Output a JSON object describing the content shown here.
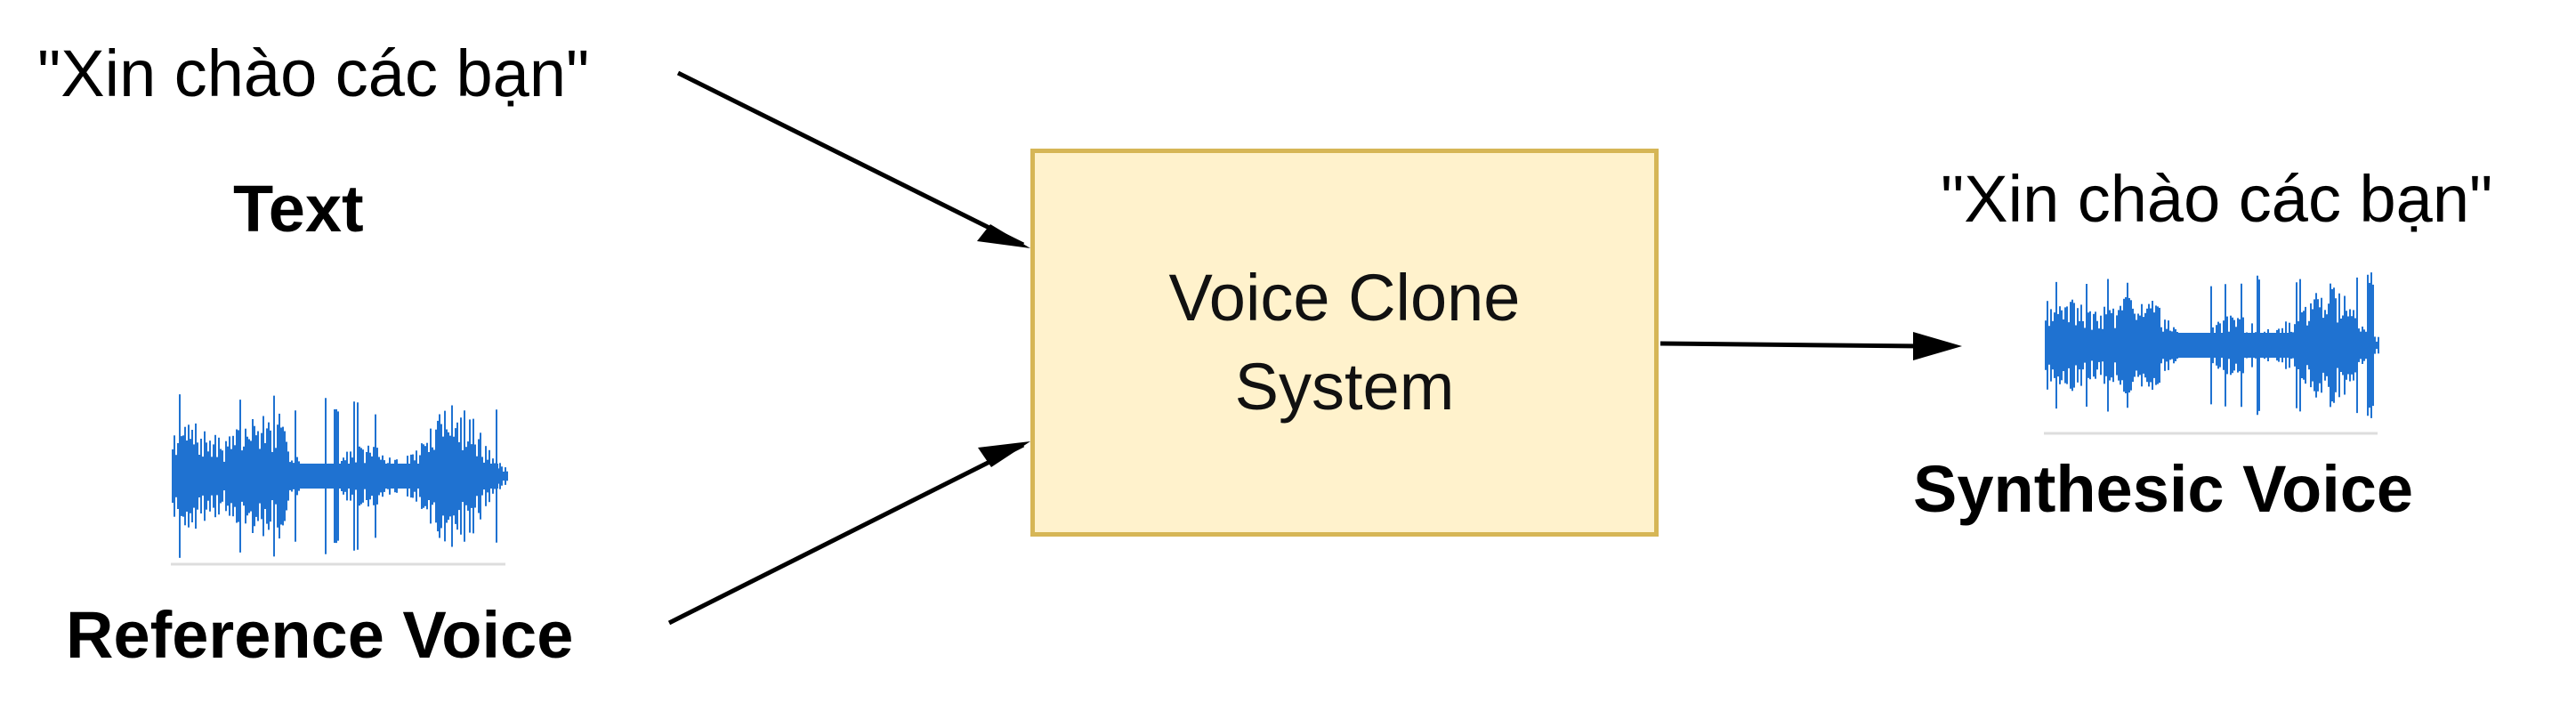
{
  "colors": {
    "box_fill": "#fff2cc",
    "box_border": "#d6b656",
    "waveform": "#1f72d1",
    "arrow": "#000000"
  },
  "inputs": {
    "text_quote": "\"Xin chào các bạn\"",
    "text_label": "Text",
    "reference_label": "Reference Voice",
    "reference_waveform_icon": "waveform-icon"
  },
  "system": {
    "label": "Voice Clone\nSystem"
  },
  "output": {
    "text_quote": "\"Xin chào các bạn\"",
    "label": "Synthesic Voice",
    "waveform_icon": "waveform-icon"
  }
}
